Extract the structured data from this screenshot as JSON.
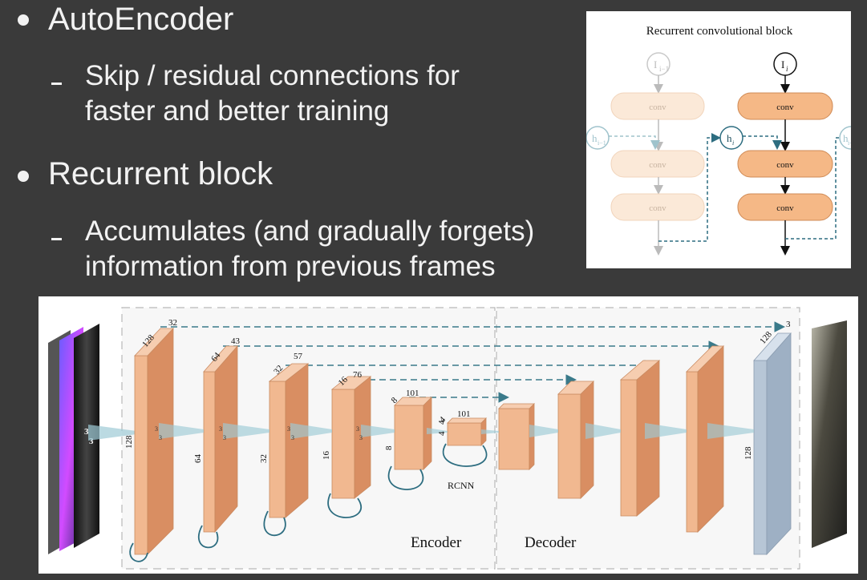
{
  "slide": {
    "bullets": [
      {
        "text": "AutoEncoder",
        "sub": [
          "Skip / residual connections for",
          "faster and better training"
        ]
      },
      {
        "text": "Recurrent block",
        "sub": [
          "Accumulates (and gradually forgets)",
          "information from previous frames"
        ]
      }
    ]
  },
  "rcb": {
    "title": "Recurrent convolutional block",
    "input_prev": "I",
    "input_prev_sub": "i−1",
    "input_cur": "I",
    "input_cur_sub": "i",
    "h_prev": "h",
    "h_prev_sub": "i−1",
    "h_cur": "h",
    "h_cur_sub": "i",
    "h_next": "h",
    "h_next_sub": "i+",
    "conv_label": "conv",
    "colors": {
      "active": "#f5b886",
      "faded": "#fbe9d8",
      "arrow": "#2d6d80"
    }
  },
  "net": {
    "enc_sizes": [
      "128",
      "64",
      "32",
      "16",
      "8"
    ],
    "enc_channels": [
      "32",
      "43",
      "57",
      "76",
      "101"
    ],
    "bottleneck_channels": "101",
    "bottleneck_size": "4",
    "out_channels": "3",
    "out_size": "128",
    "kernel": "3",
    "rcnn_label": "RCNN",
    "encoder_label": "Encoder",
    "decoder_label": "Decoder",
    "colors": {
      "block_front": "#f1b890",
      "block_side": "#d98e62",
      "block_top": "#f6cdb0",
      "output": "#b7c6d6",
      "skip": "#3a7a8a"
    }
  }
}
